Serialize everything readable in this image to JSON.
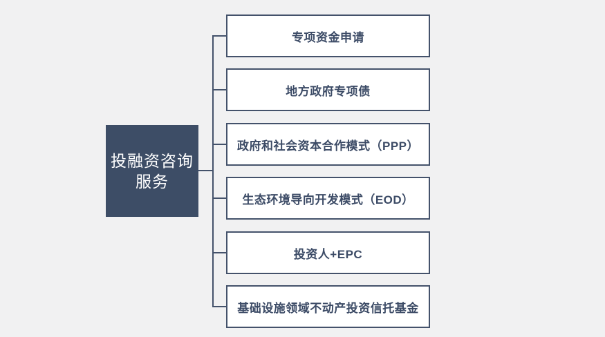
{
  "diagram": {
    "root": {
      "label_line1": "投融资咨询",
      "label_line2": "服务"
    },
    "branches": [
      {
        "label": "专项资金申请"
      },
      {
        "label": "地方政府专项债"
      },
      {
        "label": "政府和社会资本合作模式（PPP）"
      },
      {
        "label": "生态环境导向开发模式（EOD）"
      },
      {
        "label": "投资人+EPC"
      },
      {
        "label": "基础设施领域不动产投资信托基金"
      }
    ],
    "colors": {
      "background": "#F1F1F2",
      "root_fill": "#3D4D66",
      "root_text": "#FFFFFF",
      "leaf_fill": "#FFFFFF",
      "leaf_border": "#44526B",
      "leaf_text": "#3C4B66",
      "connector": "#44526B"
    }
  }
}
